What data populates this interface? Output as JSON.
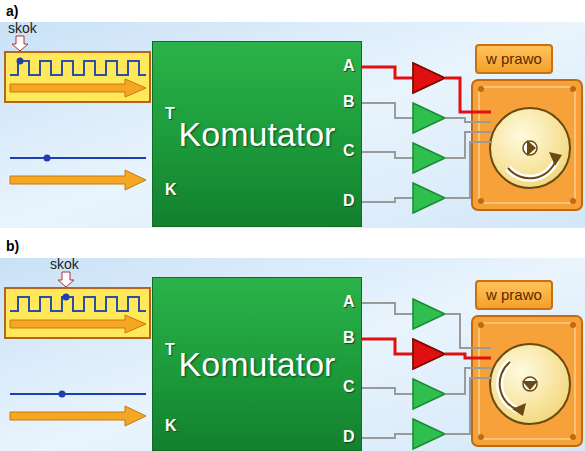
{
  "diagram": {
    "nodes": [
      {
        "text": [
          "Komutator"
        ]
      },
      {
        "text": [
          "w prawo"
        ]
      },
      {
        "text": [
          "Komutator"
        ]
      },
      {
        "text": [
          "w prawo"
        ]
      }
    ],
    "labels": [
      "a)",
      "skok",
      "T",
      "K",
      "A",
      "B",
      "C",
      "D",
      "b)",
      "skok",
      "T",
      "K",
      "A",
      "B",
      "C",
      "D"
    ]
  }
}
